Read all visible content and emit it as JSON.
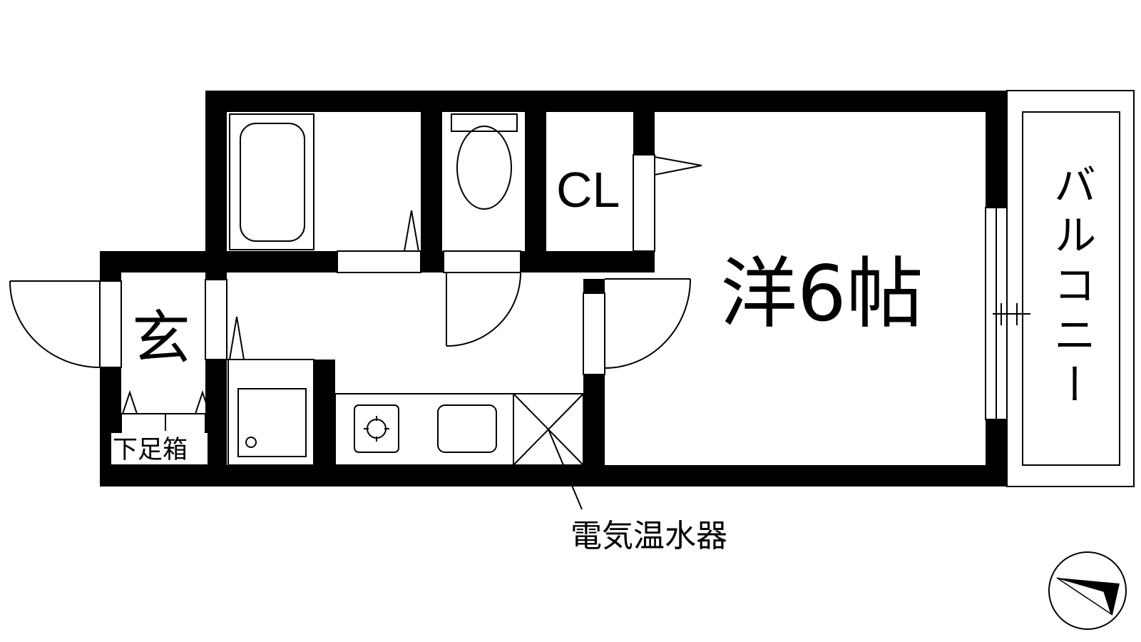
{
  "rooms": {
    "western_room": "洋6帖",
    "entrance": "玄",
    "closet": "CL",
    "balcony": "バルコニー",
    "shoe_cabinet": "下足箱"
  },
  "fixtures": {
    "water_heater": "電気温水器"
  },
  "colors": {
    "wall": "#000000",
    "line": "#000000",
    "background": "#ffffff"
  },
  "icons": [
    "compass-icon",
    "bathtub-icon",
    "toilet-icon",
    "stove-burner-icon",
    "sink-icon",
    "washing-machine-pan-icon"
  ]
}
